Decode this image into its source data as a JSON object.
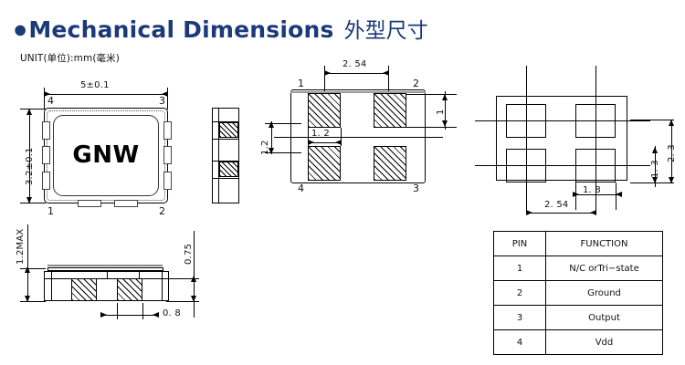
{
  "header": {
    "bullet": "●",
    "title_en": "Mechanical Dimensions",
    "title_cn": "外型尺寸",
    "unit_note": "UNIT(单位):mm(毫米)",
    "accent_color": "#1b3a7a"
  },
  "top_view": {
    "marking": "GNW",
    "dim_width": "5±0.1",
    "dim_height": "3.2±0.1",
    "pins": {
      "tl": "4",
      "tr": "3",
      "bl": "1",
      "br": "2"
    }
  },
  "side_view": {
    "dim_height_max": "1.2MAX",
    "dim_pad_height": "0.75",
    "dim_pad_width": "0. 8"
  },
  "bottom_view": {
    "dim_pad_pitch": "2. 54",
    "dim_pad_width": "1. 2",
    "dim_pad_gap_v": "1.2",
    "dim_pad_height": "1",
    "pins": {
      "tl": "1",
      "tr": "2",
      "bl": "4",
      "br": "3"
    }
  },
  "land_pattern": {
    "dim_outer_height": "2. 3",
    "dim_inner_height": "1. 3",
    "dim_pad_width": "1. 8",
    "dim_pad_pitch": "2. 54"
  },
  "pin_table": {
    "headers": [
      "PIN",
      "FUNCTION"
    ],
    "rows": [
      {
        "pin": "1",
        "function": "N/C orTri−state"
      },
      {
        "pin": "2",
        "function": "Ground"
      },
      {
        "pin": "3",
        "function": "Output"
      },
      {
        "pin": "4",
        "function": "Vdd"
      }
    ]
  }
}
